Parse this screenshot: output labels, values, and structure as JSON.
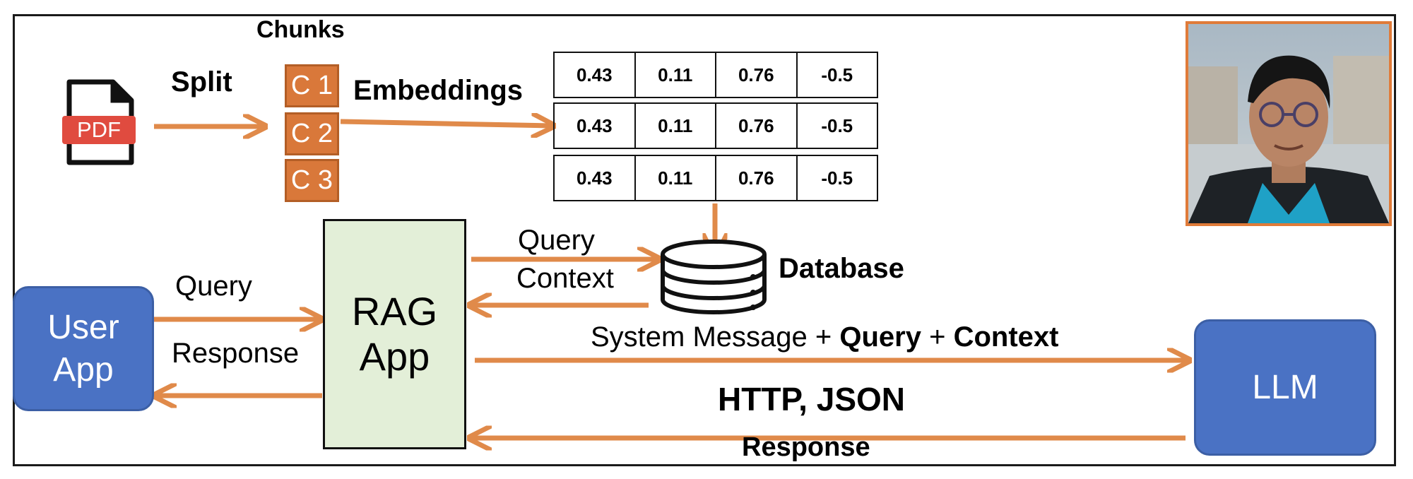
{
  "labels": {
    "chunks": "Chunks",
    "split": "Split",
    "embeddings": "Embeddings",
    "query_db": "Query",
    "context_db": "Context",
    "database": "Database",
    "query_user": "Query",
    "response_user": "Response",
    "llm_msg_prefix": "System Message + ",
    "llm_msg_query": "Query",
    "llm_msg_plus": " + ",
    "llm_msg_context": "Context",
    "http_json": "HTTP, JSON",
    "response_llm": "Response"
  },
  "pdf_icon_text": "PDF",
  "chunk_items": [
    "C 1",
    "C 2",
    "C 3"
  ],
  "embeddings_rows": [
    [
      "0.43",
      "0.11",
      "0.76",
      "-0.5"
    ],
    [
      "0.43",
      "0.11",
      "0.76",
      "-0.5"
    ],
    [
      "0.43",
      "0.11",
      "0.76",
      "-0.5"
    ]
  ],
  "nodes": {
    "user_app": [
      "User",
      "App"
    ],
    "rag_app": [
      "RAG",
      "App"
    ],
    "llm": "LLM"
  },
  "colors": {
    "arrow": "#e08a4a",
    "chunk": "#d9783a",
    "node_blue": "#4a72c4",
    "rag_fill": "#e3efd8",
    "pdf_red": "#e04b3f",
    "photo_border": "#e07b39"
  },
  "icons": [
    "pdf-file-icon",
    "database-icon",
    "presenter-photo"
  ]
}
